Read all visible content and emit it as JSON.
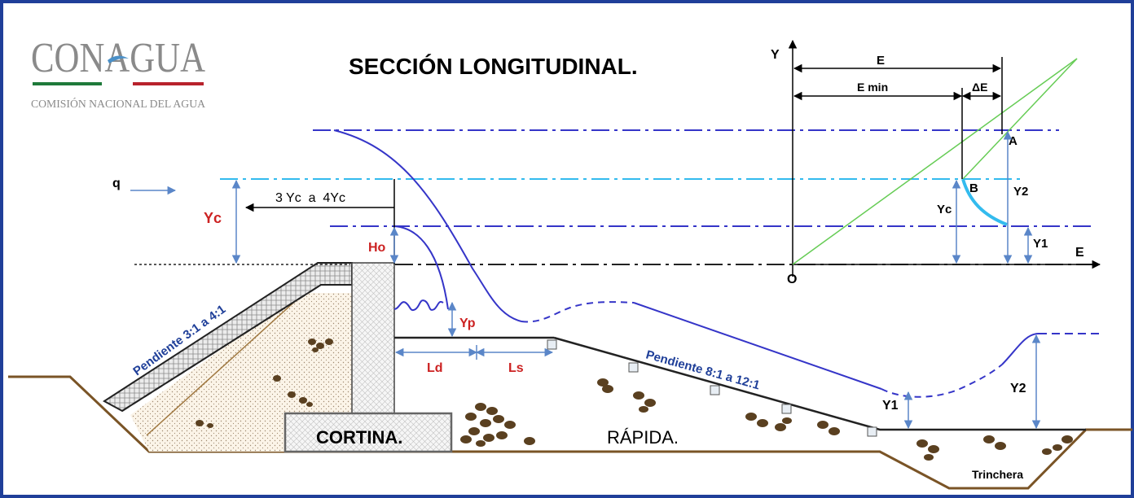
{
  "logo": {
    "brand": "CONAGUA",
    "subtitle": "COMISIÓN NACIONAL DEL AGUA"
  },
  "title": "SECCIÓN LONGITUDINAL.",
  "section_labels": {
    "q": "q",
    "yc": "Yc",
    "distance": "3 Yc  a  4Yc",
    "ho": "Ho",
    "yp": "Yp",
    "ld": "Ld",
    "ls": "Ls",
    "slope_dam": "Pendiente 3:1 a 4:1",
    "slope_chute": "Pendiente 8:1 a 12:1",
    "y1": "Y1",
    "y2": "Y2",
    "cortina": "CORTINA.",
    "rapida": "RÁPIDA.",
    "trinchera": "Trinchera"
  },
  "energy_graph": {
    "axis_y": "Y",
    "axis_e": "E",
    "origin": "O",
    "e": "E",
    "e_min": "E min",
    "delta_e": "ΔE",
    "point_a": "A",
    "point_b": "B",
    "y2": "Y2",
    "yc": "Yc",
    "y1": "Y1"
  },
  "colors": {
    "frame": "#1f3f99",
    "water": "#3535c8",
    "cyan": "#33bbee",
    "green": "#66cc55",
    "label_red": "#cc2222",
    "ground": "#7a5426",
    "rock": "#5a4020"
  }
}
